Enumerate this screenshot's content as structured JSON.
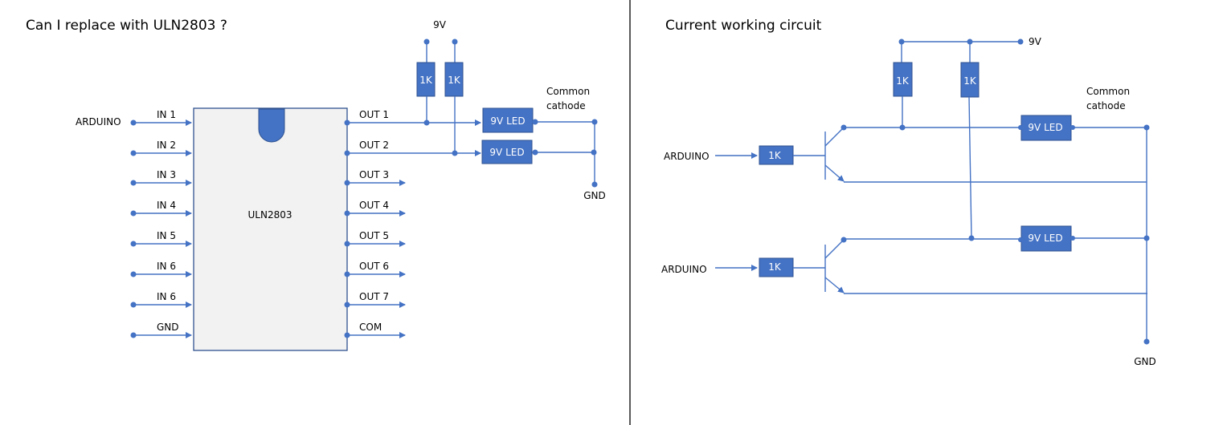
{
  "left_panel": {
    "title": "Can I replace with ULN2803 ?",
    "chip_label": "ULN2803",
    "source_label": "ARDUINO",
    "inputs": [
      "IN 1",
      "IN 2",
      "IN 3",
      "IN 4",
      "IN 5",
      "IN 6",
      "IN 6",
      "GND"
    ],
    "outputs": [
      "OUT 1",
      "OUT 2",
      "OUT 3",
      "OUT 4",
      "OUT 5",
      "OUT 6",
      "OUT 7",
      "COM"
    ],
    "supply_label": "9V",
    "resistors": [
      "1K",
      "1K"
    ],
    "leds": [
      "9V LED",
      "9V LED"
    ],
    "common_label_line1": "Common",
    "common_label_line2": "cathode",
    "ground_label": "GND"
  },
  "right_panel": {
    "title": "Current working circuit",
    "supply_label": "9V",
    "pullup_resistors": [
      "1K",
      "1K"
    ],
    "base_resistors": [
      "1K",
      "1K"
    ],
    "sources": [
      "ARDUINO",
      "ARDUINO"
    ],
    "leds": [
      "9V LED",
      "9V LED"
    ],
    "common_label_line1": "Common",
    "common_label_line2": "cathode",
    "ground_label": "GND"
  },
  "colors": {
    "wire": "#4472c4",
    "component_fill": "#4472c4",
    "chip_fill": "#f2f2f2"
  }
}
